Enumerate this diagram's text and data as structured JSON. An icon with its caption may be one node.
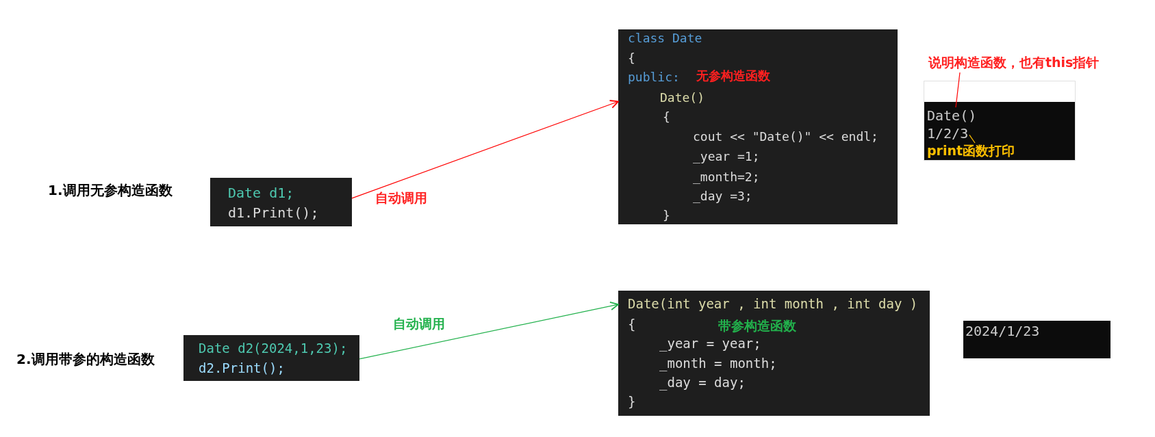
{
  "diagram": {
    "nodes": [
      {
        "text": [
          "Date d1;",
          "d1.Print();"
        ]
      },
      {
        "text": [
          "class Date",
          "{",
          "public:",
          "无参构造函数",
          "Date()",
          "{",
          "cout << \"Date()\" << endl;",
          "_year =1;",
          "_month=2;",
          "_day =3;",
          "}"
        ]
      },
      {
        "text": [
          "说明构造函数，也有this指针"
        ]
      },
      {
        "text": [],
        "shape": "box"
      },
      {
        "text": [
          "Date()"
        ],
        "in": 3
      },
      {
        "text": [
          "1/2/3"
        ],
        "in": 3
      },
      {
        "text": [
          "print函数打印"
        ],
        "in": 3
      },
      {
        "text": [
          "Date d2(2024,1,23);",
          "d2.Print();"
        ]
      },
      {
        "text": [
          "Date(int year , int month , int day )",
          "{",
          "带参构造函数",
          "_year = year;",
          "_month = month;",
          "_day = day;",
          "}"
        ]
      },
      {
        "text": [
          "2024/1/23"
        ]
      }
    ],
    "edges": [
      {
        "from": 0,
        "to": 1,
        "arrow": "to",
        "label": "自动调用",
        "color": "#ff0000"
      },
      {
        "from": 7,
        "to": 8,
        "arrow": "to",
        "label": "自动调用",
        "color": "#22b14c"
      },
      {
        "from": 2,
        "to": 4,
        "arrow": "none",
        "color": "#ff0000"
      },
      {
        "from": 6,
        "to": 5,
        "arrow": "none",
        "color": "#ffc000"
      }
    ],
    "labels": [
      "1.调用无参构造函数",
      "2.调用带参的构造函数"
    ]
  }
}
